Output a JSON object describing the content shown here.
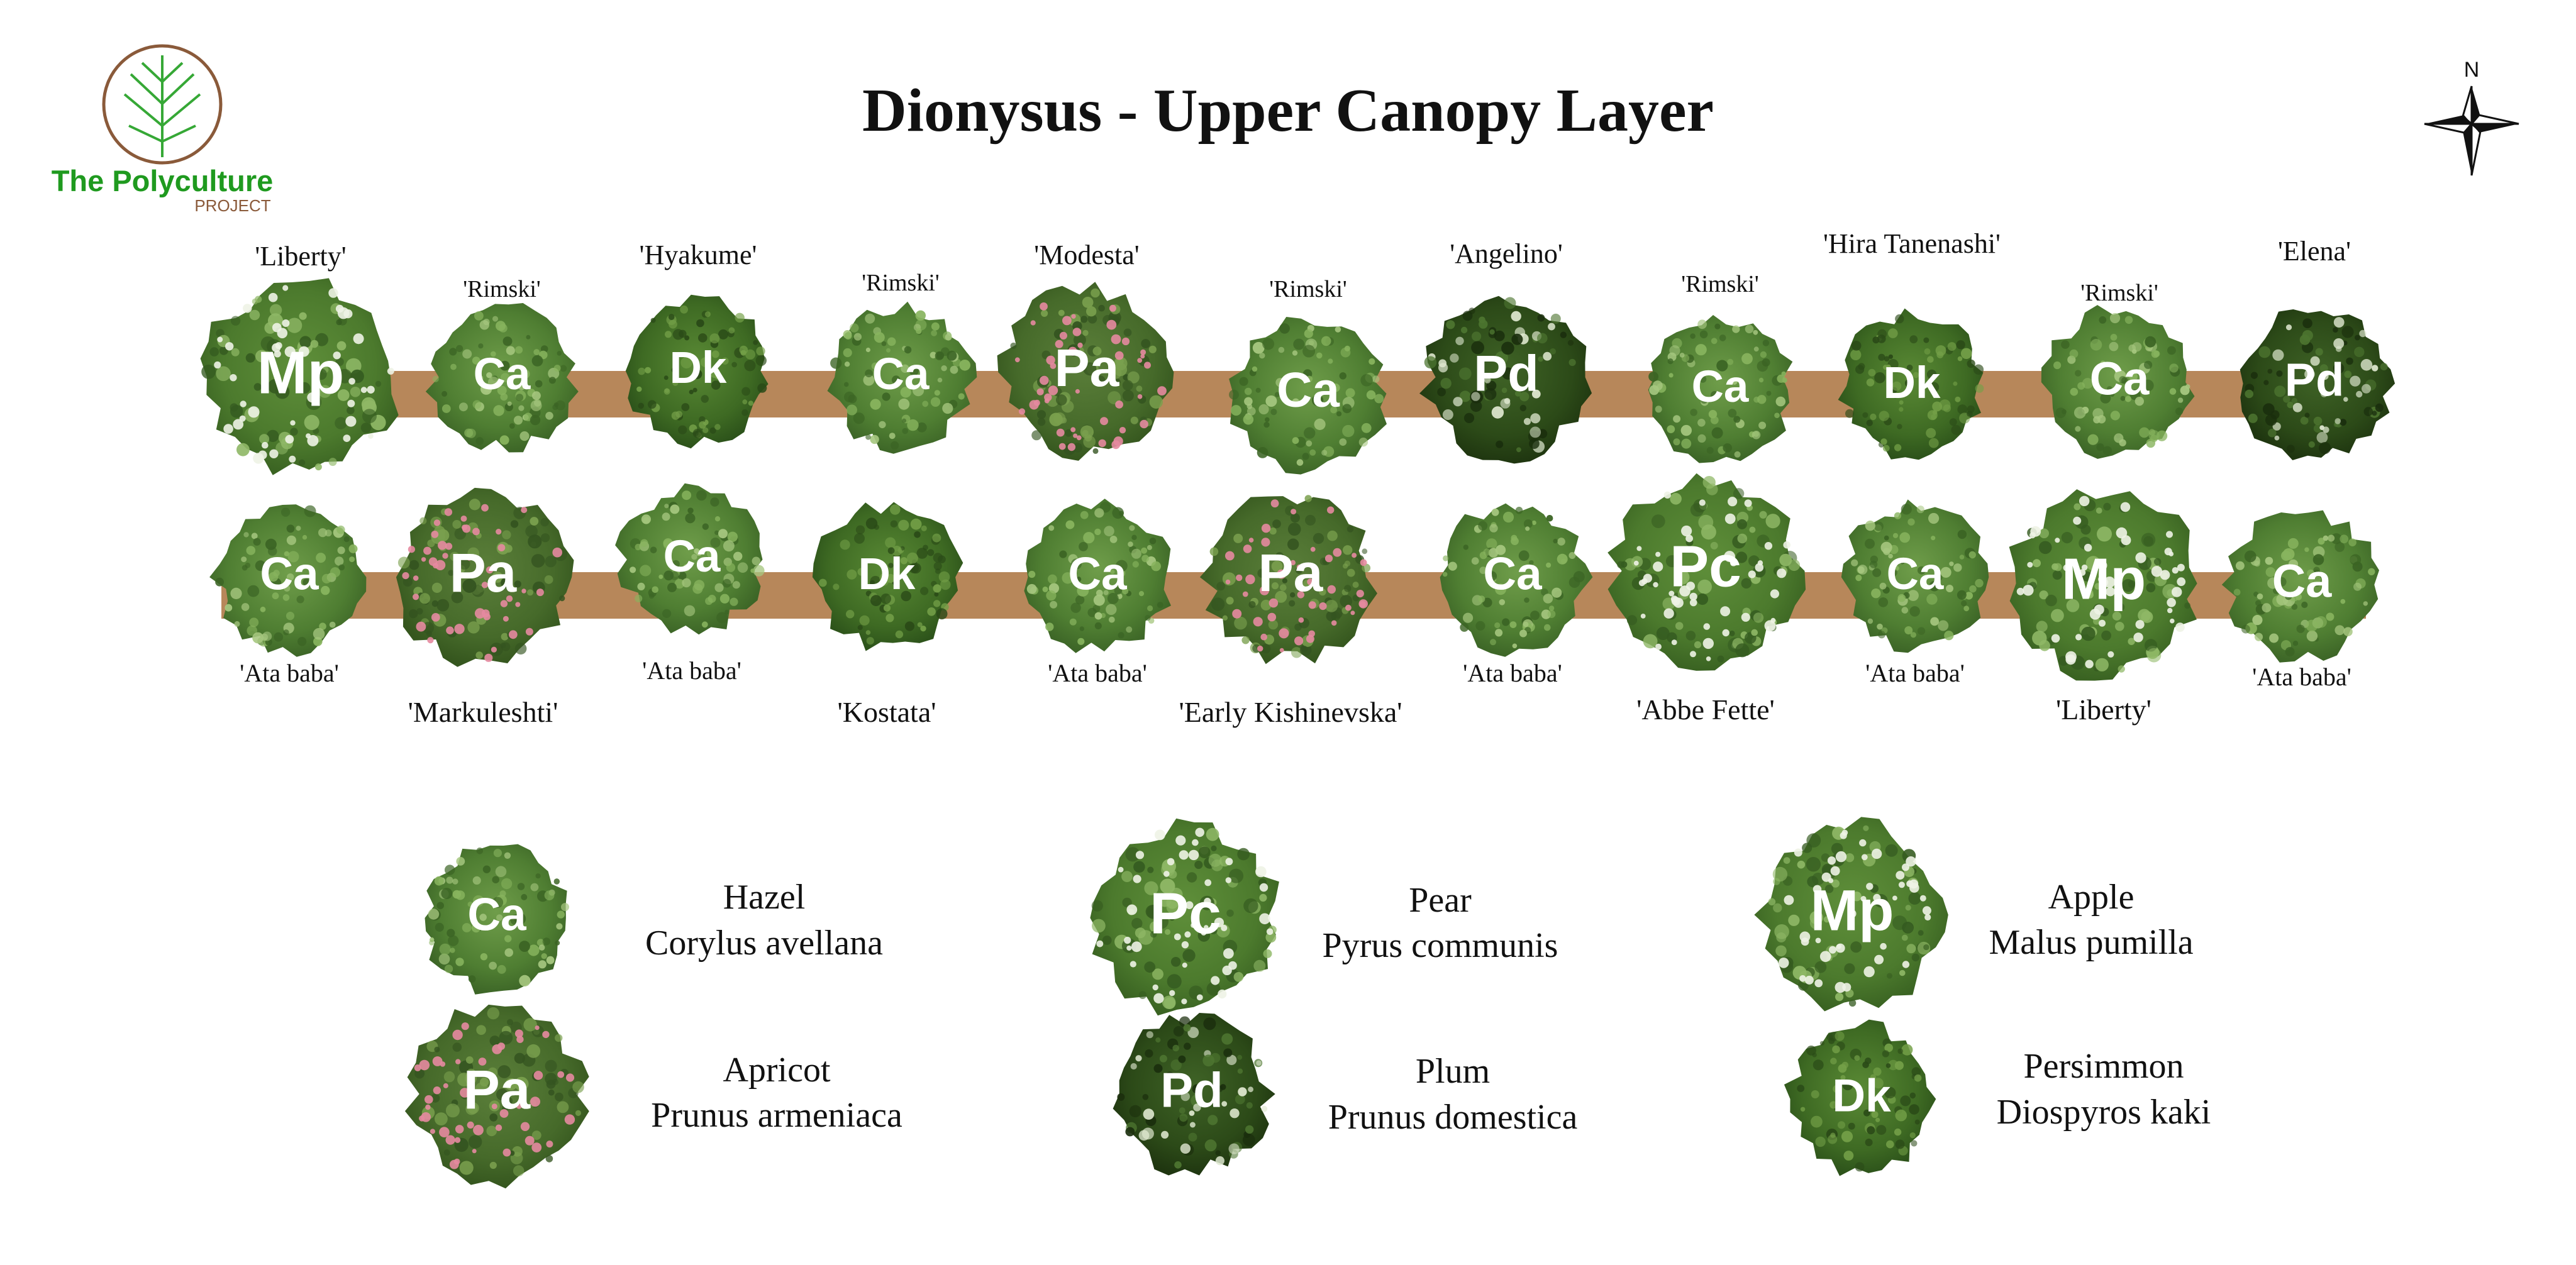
{
  "title": "Dionysus - Upper Canopy Layer",
  "logo": {
    "line1": "The Polyculture",
    "line2": "PROJECT"
  },
  "compass": {
    "north": "N"
  },
  "colors": {
    "path": "#b7875a",
    "path_dark": "#9b6d44",
    "logo_green": "#1f9a1f",
    "logo_brown": "#8a5a3a",
    "leaf_light": "#6f9d4a",
    "leaf_mid": "#4f7e32",
    "leaf_dark": "#2f4f1c",
    "blossom_pink": "#e58aa0",
    "blossom_white": "#eef3e6"
  },
  "species": {
    "Ca": {
      "common": "Hazel",
      "latin": "Corylus avellana",
      "style": "hazel"
    },
    "Pc": {
      "common": "Pear",
      "latin": "Pyrus communis",
      "style": "white"
    },
    "Mp": {
      "common": "Apple",
      "latin": "Malus pumilla",
      "style": "white"
    },
    "Pa": {
      "common": "Apricot",
      "latin": "Prunus armeniaca",
      "style": "pink"
    },
    "Pd": {
      "common": "Plum",
      "latin": "Prunus domestica",
      "style": "dark"
    },
    "Dk": {
      "common": "Persimmon",
      "latin": "Diospyros kaki",
      "style": "darkgreen"
    }
  },
  "rows": [
    {
      "trees": [
        {
          "code": "Mp",
          "label": "'Liberty'"
        },
        {
          "code": "Ca",
          "label": "'Rimski'"
        },
        {
          "code": "Dk",
          "label": "'Hyakume'"
        },
        {
          "code": "Ca",
          "label": "'Rimski'"
        },
        {
          "code": "Pa",
          "label": "'Modesta'"
        },
        {
          "code": "Ca",
          "label": "'Rimski'"
        },
        {
          "code": "Pd",
          "label": "'Angelino'"
        },
        {
          "code": "Ca",
          "label": "'Rimski'"
        },
        {
          "code": "Dk",
          "label": "'Hira Tanenashi'"
        },
        {
          "code": "Ca",
          "label": "'Rimski'"
        },
        {
          "code": "Pd",
          "label": "'Elena'"
        }
      ]
    },
    {
      "trees": [
        {
          "code": "Ca",
          "label": "'Ata baba'"
        },
        {
          "code": "Pa",
          "label": "'Markuleshti'"
        },
        {
          "code": "Ca",
          "label": "'Ata baba'"
        },
        {
          "code": "Dk",
          "label": "'Kostata'"
        },
        {
          "code": "Ca",
          "label": "'Ata baba'"
        },
        {
          "code": "Pa",
          "label": "'Early Kishinevska'"
        },
        {
          "code": "Ca",
          "label": "'Ata baba'"
        },
        {
          "code": "Pc",
          "label": "'Abbe Fette'"
        },
        {
          "code": "Ca",
          "label": "'Ata baba'"
        },
        {
          "code": "Mp",
          "label": "'Liberty'"
        },
        {
          "code": "Ca",
          "label": "'Ata baba'"
        }
      ]
    }
  ],
  "legend": [
    {
      "code": "Ca",
      "common": "Hazel",
      "latin": "Corylus avellana"
    },
    {
      "code": "Pa",
      "common": "Apricot",
      "latin": "Prunus armeniaca"
    },
    {
      "code": "Pc",
      "common": "Pear",
      "latin": "Pyrus communis"
    },
    {
      "code": "Pd",
      "common": "Plum",
      "latin": "Prunus domestica"
    },
    {
      "code": "Mp",
      "common": "Apple",
      "latin": "Malus pumilla"
    },
    {
      "code": "Dk",
      "common": "Persimmon",
      "latin": "Diospyros kaki"
    }
  ]
}
